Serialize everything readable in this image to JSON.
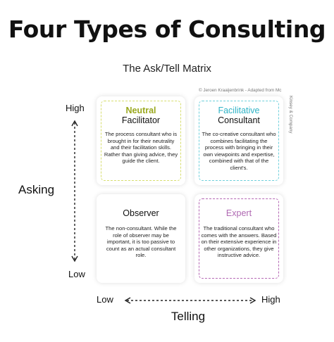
{
  "title": "Four Types of Consulting",
  "subtitle": "The Ask/Tell Matrix",
  "credit": "© Jeroen Kraaijenbrink - Adapted from McKinsey & Company",
  "credit_split": [
    "© Jeroen Kraaijenbrink - Adapted from Mc",
    "Kinsey & Company"
  ],
  "axes": {
    "vertical": {
      "label": "Asking",
      "high": "High",
      "low": "Low"
    },
    "horizontal": {
      "label": "Telling",
      "low": "Low",
      "high": "High"
    }
  },
  "quadrants": {
    "neutral_facilitator": {
      "head1": "Neutral",
      "head2": "Facilitator",
      "body": "The process consultant who is brought in for their neutrality and their facilitation skills. Rather than giving advice, they guide the client."
    },
    "facilitative_consultant": {
      "head1": "Facilitative",
      "head2": "Consultant",
      "body": "The co-creative consultant who combines facilitating the process with bringing in their own viewpoints and expertise, combined with that of the client's."
    },
    "observer": {
      "head1": "Observer",
      "body": "The non-consultant. While the role of observer may be important, it is too passive to count as an actual consultant role."
    },
    "expert": {
      "head1": "Expert",
      "body": "The traditional consultant who comes with the answers. Based on their extensive experience in other organizations, they give instructive advice."
    }
  },
  "colors": {
    "neutral": "#9aa81e",
    "facilitative": "#2fb3c6",
    "expert": "#b06ab3"
  }
}
